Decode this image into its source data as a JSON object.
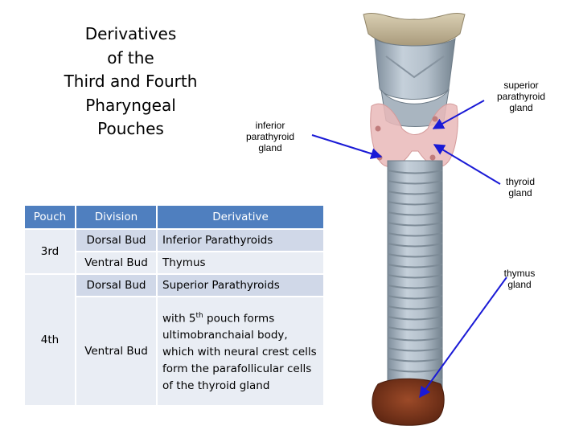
{
  "title_lines": [
    "Derivatives",
    "of the",
    "Third and Fourth",
    "Pharyngeal",
    "Pouches"
  ],
  "table": {
    "headers": [
      "Pouch",
      "Division",
      "Derivative"
    ],
    "pouch_3": "3rd",
    "pouch_4": "4th",
    "rows": [
      {
        "division": "Dorsal Bud",
        "derivative": "Inferior Parathyroids"
      },
      {
        "division": "Ventral Bud",
        "derivative": "Thymus"
      },
      {
        "division": "Dorsal Bud",
        "derivative": "Superior Parathyroids"
      },
      {
        "division": "Ventral Bud",
        "derivative_pre": "with 5",
        "derivative_sup": "th",
        "derivative_post": " pouch forms ultimobranchaial body, which with neural crest cells form the parafollicular cells of the thyroid gland"
      }
    ]
  },
  "labels": {
    "superior_parathyroid": [
      "superior",
      "parathyroid",
      "gland"
    ],
    "inferior_parathyroid": [
      "inferior",
      "parathyroid",
      "gland"
    ],
    "thyroid": [
      "thyroid",
      "gland"
    ],
    "thymus": [
      "thymus",
      "gland"
    ]
  },
  "colors": {
    "header_bg": "#4f7fbf",
    "row_dark": "#d0d8e8",
    "row_light": "#e9edf4",
    "arrow": "#1a1ad6",
    "trachea": "#a9b6c2",
    "thyroid": "#e9b9b9",
    "thymus": "#8a3e22"
  }
}
